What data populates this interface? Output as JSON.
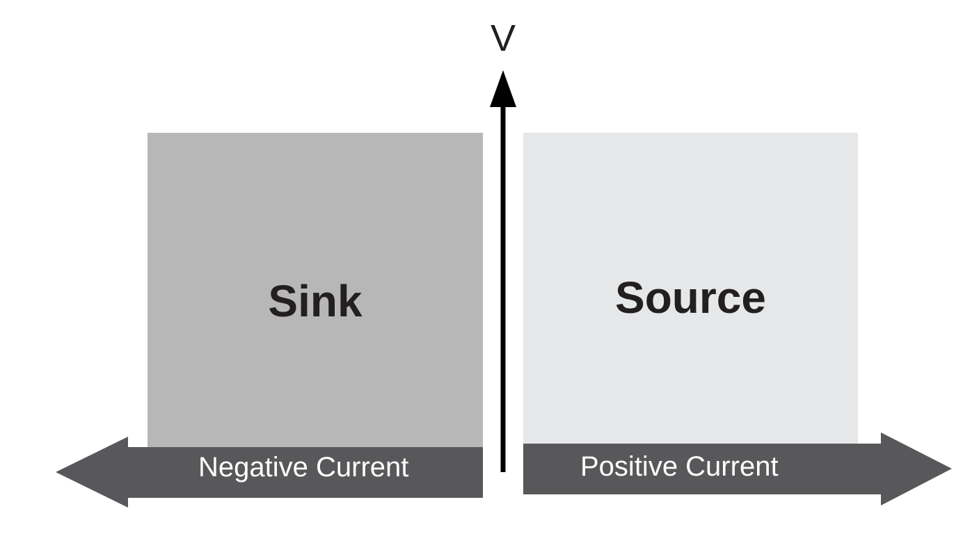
{
  "axis": {
    "label": "V"
  },
  "regions": {
    "sink": {
      "label": "Sink",
      "color": "#b7b7b7"
    },
    "source": {
      "label": "Source",
      "color": "#e6e7e8"
    }
  },
  "arrows": {
    "negative": {
      "label": "Negative Current",
      "color": "#58585a"
    },
    "positive": {
      "label": "Positive Current",
      "color": "#58585a"
    }
  }
}
